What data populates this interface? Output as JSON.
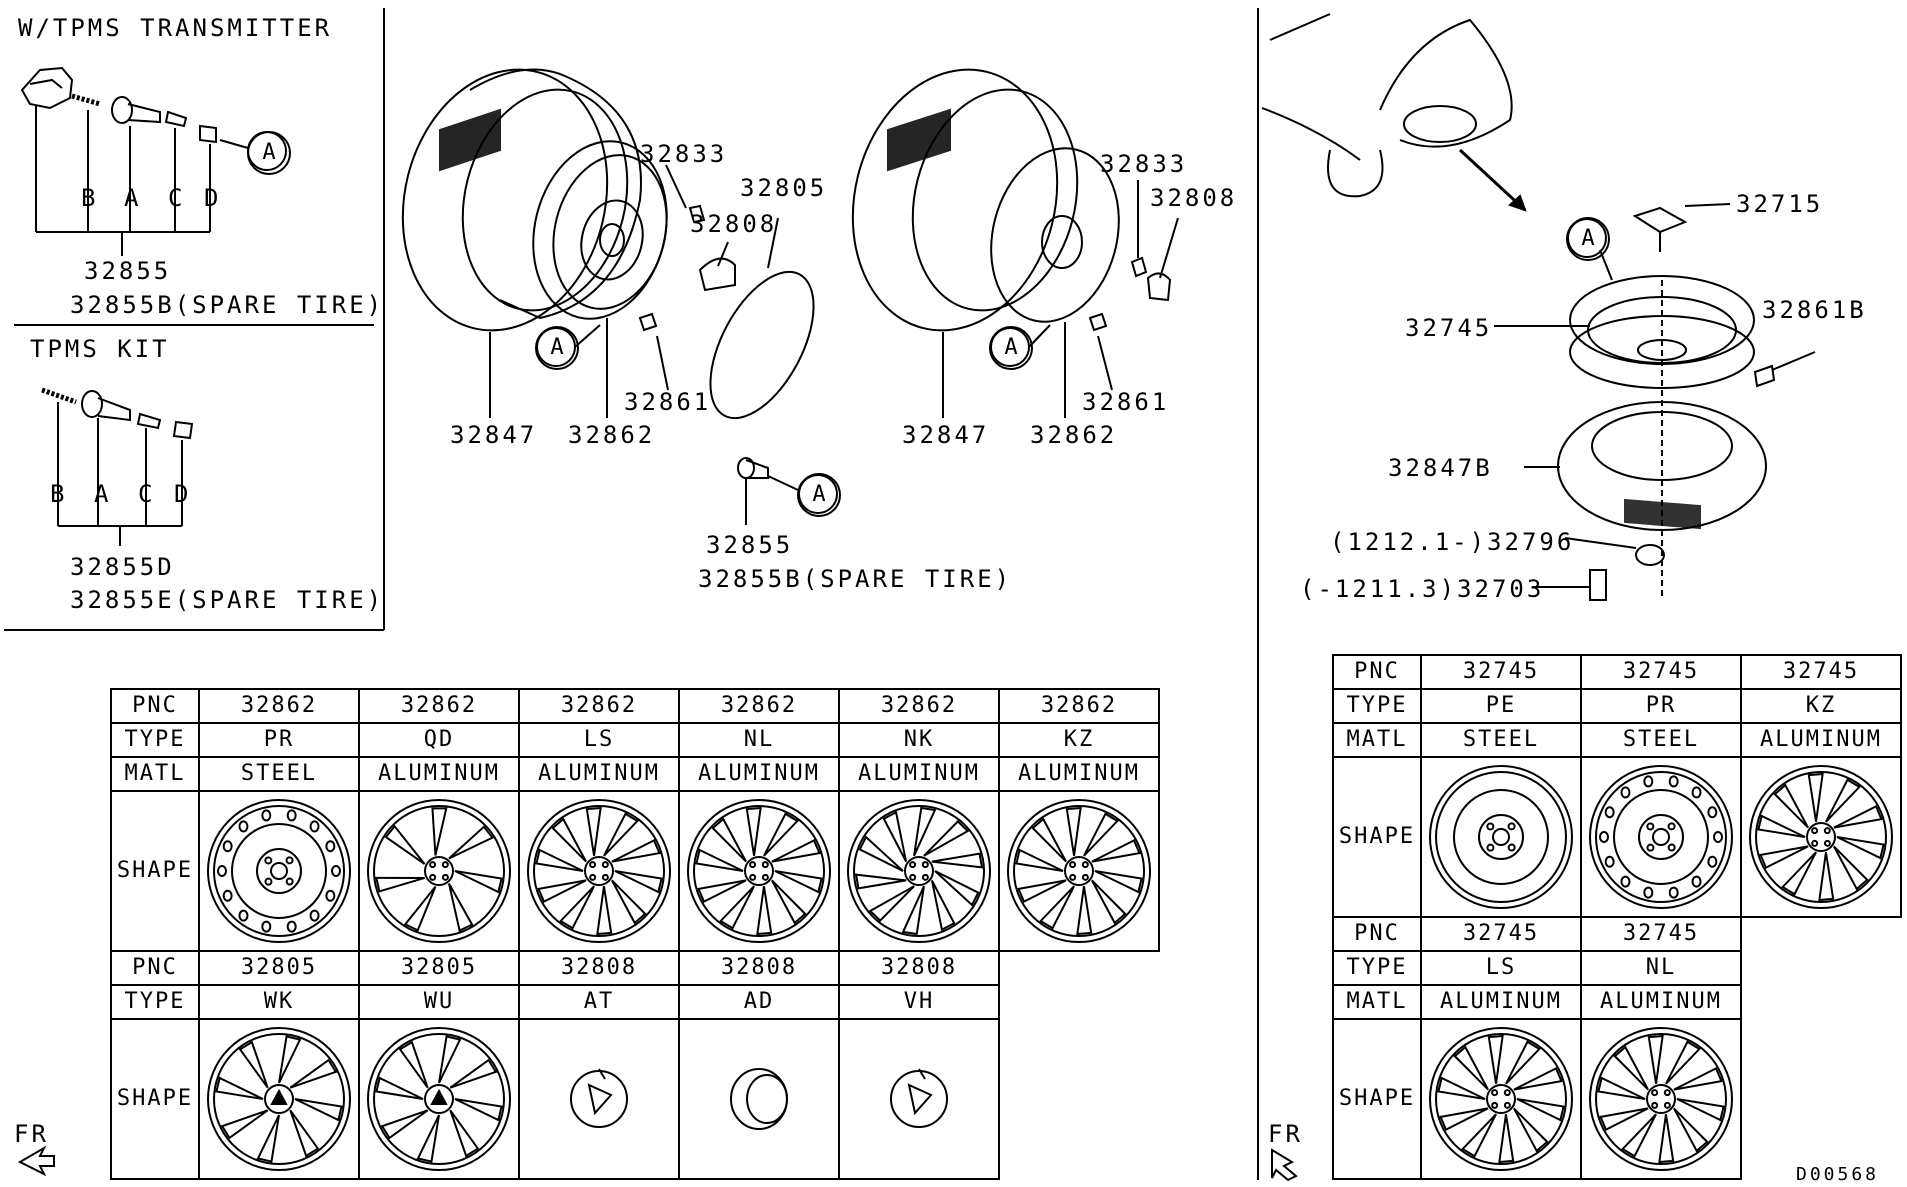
{
  "tpms_transmitter": {
    "title": "W/TPMS TRANSMITTER",
    "letters": [
      "B",
      "A",
      "C",
      "D"
    ],
    "pnc": "32855",
    "spare": "32855B(SPARE TIRE)"
  },
  "tpms_kit": {
    "title": "TPMS KIT",
    "letters": [
      "B",
      "A",
      "C",
      "D"
    ],
    "pnc": "32855D",
    "spare": "32855E(SPARE TIRE)"
  },
  "callout_letter": "A",
  "left_wheel": {
    "tire": "32847",
    "wheel": "32862",
    "nut": "32833",
    "cap": "32808",
    "cover": "32805",
    "weight": "32861"
  },
  "right_wheel": {
    "tire": "32847",
    "wheel": "32862",
    "nut": "32833",
    "cap": "32808",
    "weight": "32861"
  },
  "center_valve": {
    "pnc": "32855",
    "spare": "32855B(SPARE TIRE)"
  },
  "spare_assembly": {
    "bracket": "32715",
    "wheel": "32745",
    "weight": "32861B",
    "tire": "32847B",
    "plug": "(1212.1-)32796",
    "bolt": "(-1211.3)32703"
  },
  "fr_label": "FR",
  "diagram_code": "D00568",
  "table_left": {
    "row_labels": {
      "pnc": "PNC",
      "type": "TYPE",
      "matl": "MATL",
      "shape": "SHAPE"
    },
    "top": [
      {
        "pnc": "32862",
        "type": "PR",
        "matl": "STEEL",
        "style": "steel"
      },
      {
        "pnc": "32862",
        "type": "QD",
        "matl": "ALUMINUM",
        "style": "spoke7"
      },
      {
        "pnc": "32862",
        "type": "LS",
        "matl": "ALUMINUM",
        "style": "split"
      },
      {
        "pnc": "32862",
        "type": "NL",
        "matl": "ALUMINUM",
        "style": "multi"
      },
      {
        "pnc": "32862",
        "type": "NK",
        "matl": "ALUMINUM",
        "style": "twist"
      },
      {
        "pnc": "32862",
        "type": "KZ",
        "matl": "ALUMINUM",
        "style": "split"
      }
    ],
    "bottom": [
      {
        "pnc": "32805",
        "type": "WK",
        "style": "cover"
      },
      {
        "pnc": "32805",
        "type": "WU",
        "style": "cover2"
      },
      {
        "pnc": "32808",
        "type": "AT",
        "style": "capA"
      },
      {
        "pnc": "32808",
        "type": "AD",
        "style": "capB"
      },
      {
        "pnc": "32808",
        "type": "VH",
        "style": "capA"
      }
    ]
  },
  "table_right": {
    "row_labels": {
      "pnc": "PNC",
      "type": "TYPE",
      "matl": "MATL",
      "shape": "SHAPE"
    },
    "top": [
      {
        "pnc": "32745",
        "type": "PE",
        "matl": "STEEL",
        "style": "temp"
      },
      {
        "pnc": "32745",
        "type": "PR",
        "matl": "STEEL",
        "style": "steel"
      },
      {
        "pnc": "32745",
        "type": "KZ",
        "matl": "ALUMINUM",
        "style": "split"
      }
    ],
    "bottom": [
      {
        "pnc": "32745",
        "type": "LS",
        "matl": "ALUMINUM",
        "style": "split"
      },
      {
        "pnc": "32745",
        "type": "NL",
        "matl": "ALUMINUM",
        "style": "multi"
      }
    ]
  }
}
